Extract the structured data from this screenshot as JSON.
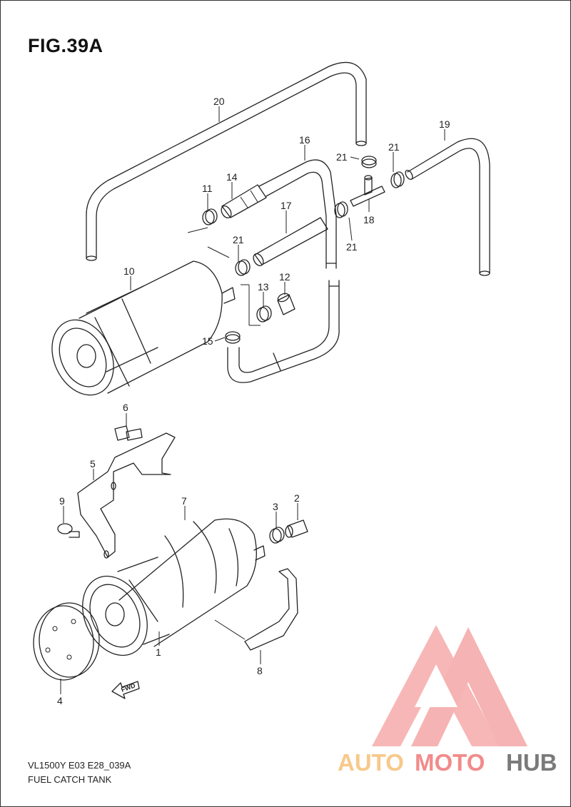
{
  "figure": {
    "title": "FIG.39A",
    "code": "VL1500Y E03 E28_039A",
    "name": "FUEL CATCH TANK"
  },
  "callouts": {
    "c1": "1",
    "c2": "2",
    "c3": "3",
    "c4": "4",
    "c5": "5",
    "c6": "6",
    "c7": "7",
    "c8": "8",
    "c9": "9",
    "c10": "10",
    "c11": "11",
    "c12": "12",
    "c13": "13",
    "c14": "14",
    "c15": "15",
    "c16": "16",
    "c17": "17",
    "c18": "18",
    "c19": "19",
    "c20": "20",
    "c21a": "21",
    "c21b": "21",
    "c21c": "21",
    "c21d": "21"
  },
  "fwd_label": "FWD",
  "watermark": {
    "part1": "AUTO",
    "part2": "MOTO",
    "part3": "HUB",
    "colors": {
      "auto": "#f7c98a",
      "moto": "#f28b8b",
      "hub": "#7a7a7a",
      "triangle": "#f5a0a0"
    }
  }
}
